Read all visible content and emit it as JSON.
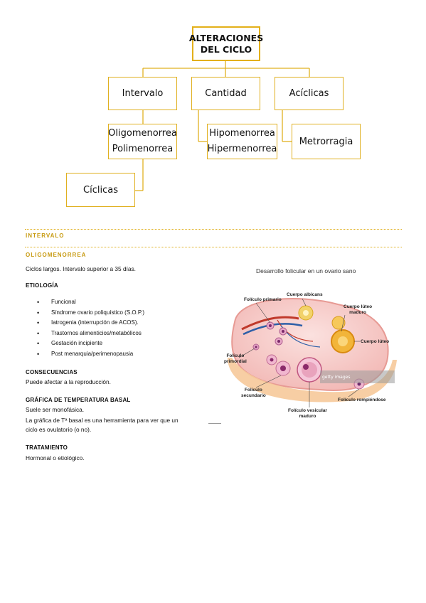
{
  "diagram": {
    "root": [
      "ALTERACIONES",
      "DEL CICLO"
    ],
    "categories": [
      "Intervalo",
      "Cantidad",
      "Acíclicas"
    ],
    "intervalo_types": [
      "Oligomenorrea",
      "Polimenorrea"
    ],
    "cantidad_types": [
      "Hipomenorrea",
      "Hipermenorrea"
    ],
    "aciclicas_type": "Metrorragia",
    "ciclicas": "Cíclicas"
  },
  "section": {
    "heading": "INTERVALO",
    "subheading": "OLIGOMENORREA",
    "definition": "Ciclos largos. Intervalo superior a 35 días.",
    "etiologia": {
      "title": "ETIOLOGÍA",
      "items": [
        "Funcional",
        "Síndrome ovario poliquístico (S.O.P.)",
        "Iatrogenia (interrupción de ACOS).",
        "Trastornos alimenticios/metabólicos",
        "Gestación incipiente",
        "Post menarquia/perimenopausia"
      ]
    },
    "consecuencias": {
      "title": "CONSECUENCIAS",
      "text": "Puede afectar a la reproducción."
    },
    "grafica": {
      "title": "GRÁFICA DE TEMPERATURA BASAL",
      "lines": [
        "Suele ser monofásica.",
        "La gráfica de Tª basal es una herramienta para ver que un",
        "ciclo es ovulatorio (o no)."
      ]
    },
    "tratamiento": {
      "title": "TRATAMIENTO",
      "text": "Hormonal o etiológico."
    }
  },
  "figure": {
    "title": "Desarrollo folicular en un ovario sano",
    "labels": {
      "primario": "Folículo primario",
      "albicans": "Cuerpo albicans",
      "luteo_maduro": [
        "Cuerpo lúteo",
        "maduro"
      ],
      "luteo": "Cuerpo lúteo",
      "primordial": [
        "Folículo",
        "primordial"
      ],
      "secundario": [
        "Folículo",
        "secundario"
      ],
      "vesicular": [
        "Folículo vesicular",
        "maduro"
      ],
      "rompiendose": "Folículo rompiéndose"
    },
    "watermark": "getty images"
  }
}
